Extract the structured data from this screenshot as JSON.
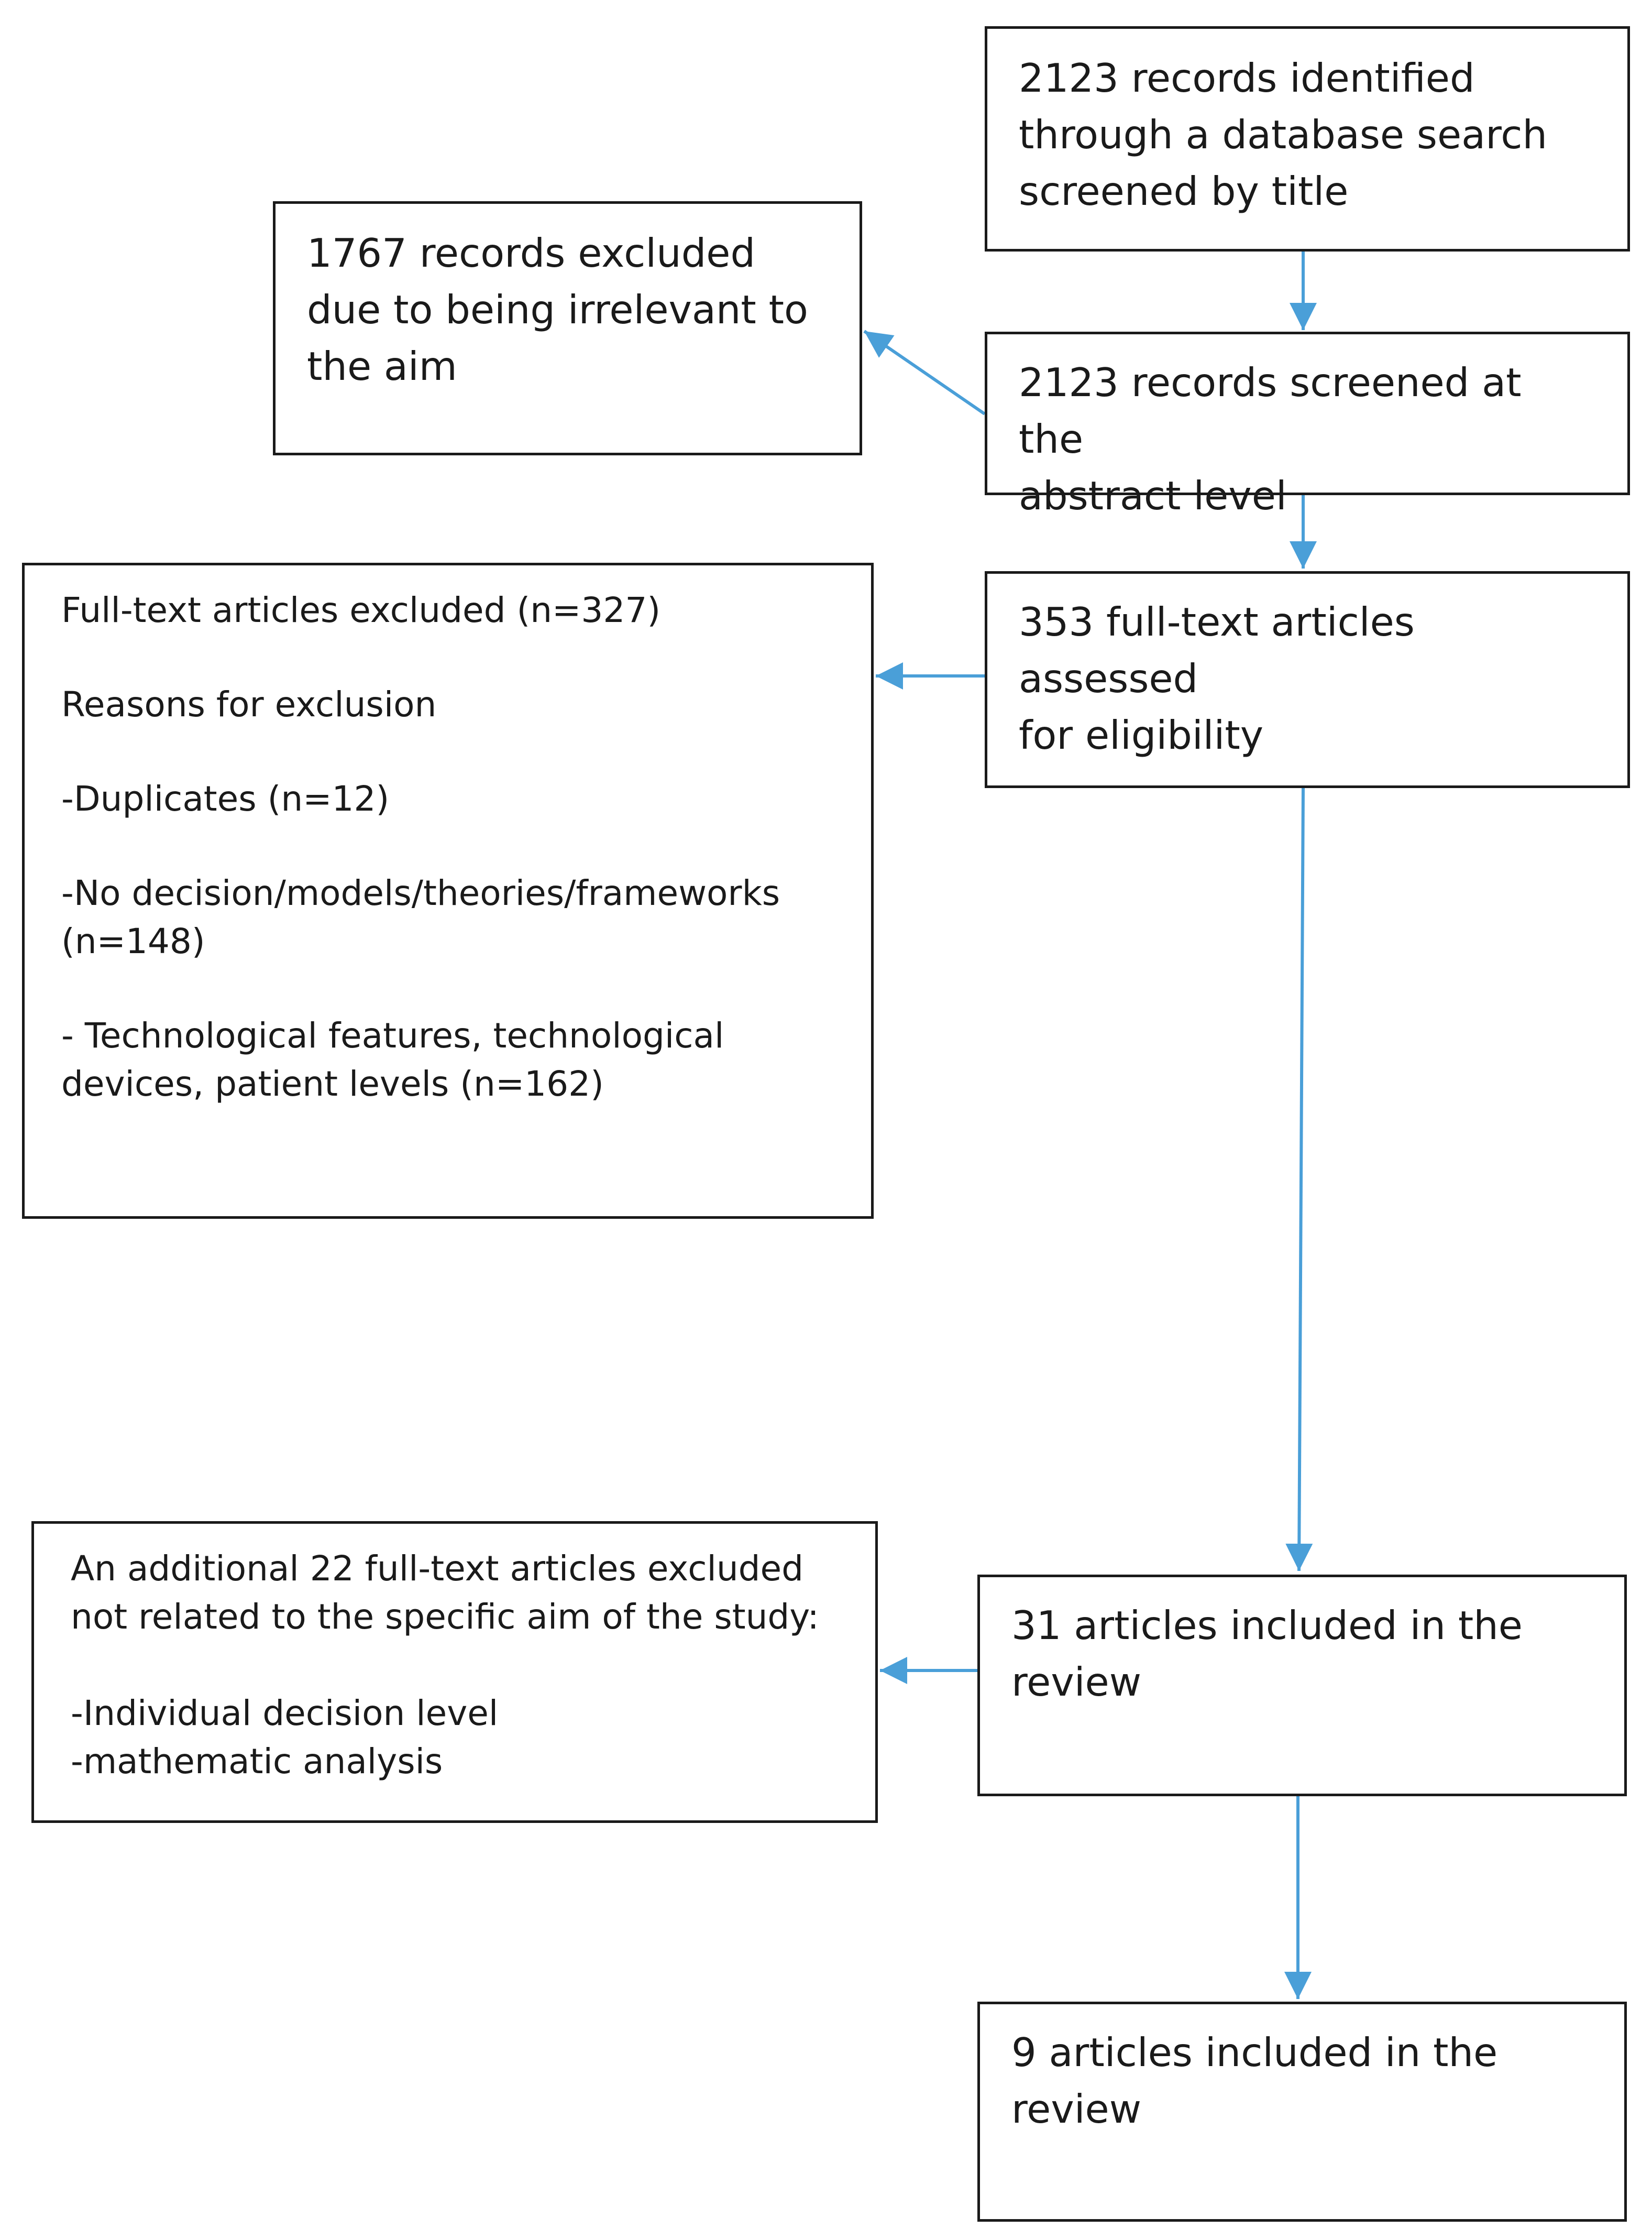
{
  "flow": {
    "identified": "2123 records identified\nthrough a database search\nscreened by title",
    "screened": "2123 records screened at the\nabstract level",
    "assessed": "353 full-text articles assessed\nfor eligibility",
    "included_31": "31 articles included in the\nreview",
    "included_9": "9 articles included in the\nreview"
  },
  "exclusions": {
    "title_stage": "1767 records excluded\ndue to being irrelevant to\nthe aim",
    "fulltext": {
      "heading": "Full-text articles excluded (n=327)",
      "reasons_label": "Reasons for exclusion",
      "reason_1": "-Duplicates (n=12)",
      "reason_2": "-No decision/models/theories/frameworks\n(n=148)",
      "reason_3": "- Technological features, technological\ndevices, patient levels (n=162)"
    },
    "additional": {
      "heading": "An additional 22 full-text articles excluded\nnot related to the specific aim of the study:",
      "item_1": "-Individual decision level",
      "item_2": "-mathematic analysis"
    }
  },
  "colors": {
    "arrow": "#4a9fd8",
    "border": "#1a1a1a"
  }
}
